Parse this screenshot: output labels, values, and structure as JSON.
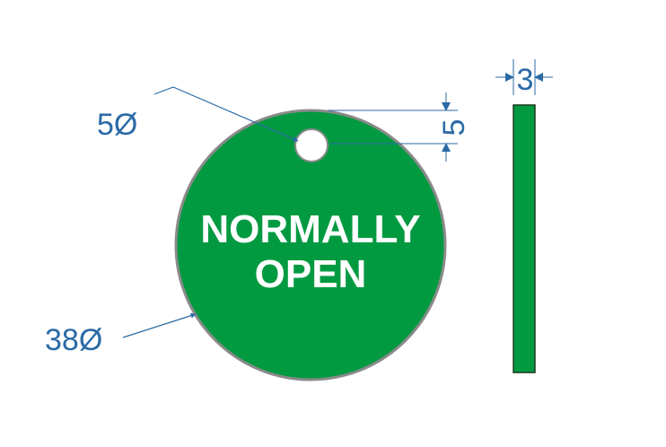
{
  "tag": {
    "line1": "NORMALLY",
    "line2": "OPEN"
  },
  "dimensions": {
    "hole_diameter": "5Ø",
    "tag_diameter": "38Ø",
    "hole_offset": "5",
    "thickness": "3"
  },
  "colors": {
    "tag_fill": "#029a41",
    "tag_border": "#8a8a8a",
    "tag_text": "#ffffff",
    "dimension": "#2b6aa6",
    "edge_fill": "#029a41",
    "edge_border": "#1e3a1e"
  }
}
